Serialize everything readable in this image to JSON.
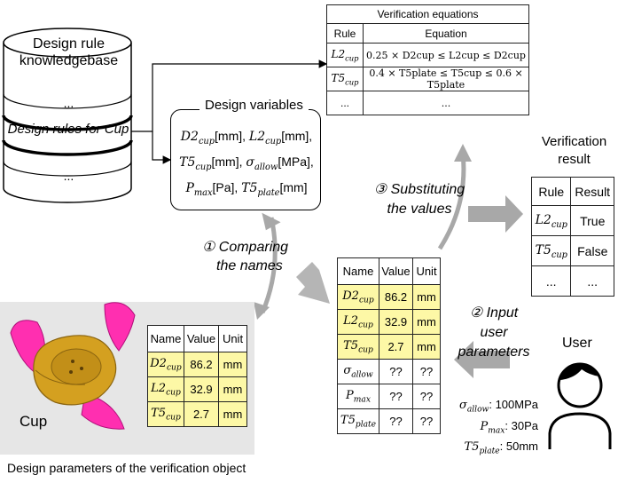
{
  "knowledgebase": {
    "title_line1": "Design rule",
    "title_line2": "knowledgebase",
    "dots_top": "...",
    "highlighted_item": "Design rules for Cup",
    "dots_bottom": "..."
  },
  "design_variables": {
    "title": "Design variables",
    "line1": [
      {
        "sym": "D2",
        "sub": "cup",
        "unit": "[mm], "
      },
      {
        "sym": "L2",
        "sub": "cup",
        "unit": "[mm],"
      }
    ],
    "line2": [
      {
        "sym": "T5",
        "sub": "cup",
        "unit": "[mm], "
      },
      {
        "sym": "σ",
        "sub": "allow",
        "unit": "[MPa],"
      }
    ],
    "line3": [
      {
        "sym": "P",
        "sub": "max",
        "unit": "[Pa], "
      },
      {
        "sym": "T5",
        "sub": "plate",
        "unit": "[mm]"
      }
    ]
  },
  "verification_equations": {
    "title": "Verification equations",
    "headers": [
      "Rule",
      "Equation"
    ],
    "rows": [
      {
        "rule_sym": "L2",
        "rule_sub": "cup",
        "equation": "0.25 × D2cup ≤ L2cup ≤ D2cup"
      },
      {
        "rule_sym": "T5",
        "rule_sub": "cup",
        "equation": "0.4 × T5plate ≤ T5cup ≤ 0.6 × T5plate"
      },
      {
        "rule_sym": "...",
        "rule_sub": "",
        "equation": "..."
      }
    ]
  },
  "verification_result": {
    "title_line1": "Verification",
    "title_line2": "result",
    "headers": [
      "Rule",
      "Result"
    ],
    "rows": [
      {
        "rule_sym": "L2",
        "rule_sub": "cup",
        "result": "True"
      },
      {
        "rule_sym": "T5",
        "rule_sub": "cup",
        "result": "False"
      },
      {
        "rule_sym": "...",
        "rule_sub": "",
        "result": "..."
      }
    ]
  },
  "steps": {
    "step1_line1": "① Comparing",
    "step1_line2": "the names",
    "step2_line1": "② Input",
    "step2_line2": "user parameters",
    "step3_line1": "③ Substituting",
    "step3_line2": "the values"
  },
  "center_table": {
    "headers": [
      "Name",
      "Value",
      "Unit"
    ],
    "rows": [
      {
        "sym": "D2",
        "sub": "cup",
        "value": "86.2",
        "unit": "mm",
        "highlight": true
      },
      {
        "sym": "L2",
        "sub": "cup",
        "value": "32.9",
        "unit": "mm",
        "highlight": true
      },
      {
        "sym": "T5",
        "sub": "cup",
        "value": "2.7",
        "unit": "mm",
        "highlight": true
      },
      {
        "sym": "σ",
        "sub": "allow",
        "value": "??",
        "unit": "??",
        "highlight": false
      },
      {
        "sym": "P",
        "sub": "max",
        "value": "??",
        "unit": "??",
        "highlight": false
      },
      {
        "sym": "T5",
        "sub": "plate",
        "value": "??",
        "unit": "??",
        "highlight": false
      }
    ]
  },
  "object_panel": {
    "object_label": "Cup",
    "caption": "Design parameters of the verification object",
    "headers": [
      "Name",
      "Value",
      "Unit"
    ],
    "rows": [
      {
        "sym": "D2",
        "sub": "cup",
        "value": "86.2",
        "unit": "mm"
      },
      {
        "sym": "L2",
        "sub": "cup",
        "value": "32.9",
        "unit": "mm"
      },
      {
        "sym": "T5",
        "sub": "cup",
        "value": "2.7",
        "unit": "mm"
      }
    ]
  },
  "user": {
    "label": "User",
    "params": [
      {
        "sym": "σ",
        "sub": "allow",
        "value": ": 100MPa"
      },
      {
        "sym": "P",
        "sub": "max",
        "value": ": 30Pa"
      },
      {
        "sym": "T5",
        "sub": "plate",
        "value": ": 50mm"
      }
    ]
  },
  "colors": {
    "highlight": "#fdf8a6",
    "panel": "#e6e6e6",
    "cup_body": "#d4a020",
    "cup_fin": "#ff2fb0",
    "arrow": "#a8a8a8"
  }
}
